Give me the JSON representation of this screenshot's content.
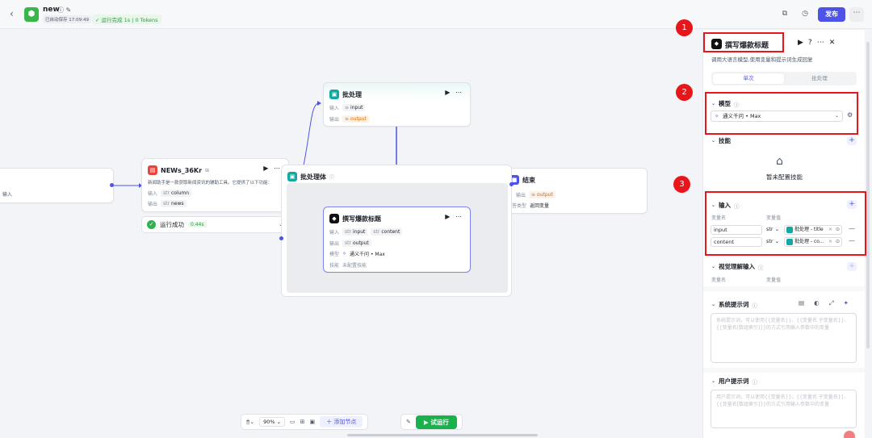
{
  "app": {
    "title": "new",
    "autosave": "已自动保存 17:09:49",
    "run_status": "运行完成 1s | 0 Tokens",
    "publish_label": "发布"
  },
  "canvas": {
    "left_partial_label": "输入",
    "nodes": {
      "news": {
        "title": "NEWs_36Kr",
        "desc": "新闻助手是一款获取新闻资讯的辅助工具。它提供了以下功能：",
        "input_label": "输入",
        "input_tag": "column",
        "output_label": "输出",
        "output_tag": "news",
        "run_success": "运行成功",
        "run_time": "0.44s"
      },
      "batch_top": {
        "title": "批处理",
        "input_label": "输入",
        "input_tag": "input",
        "output_label": "输出",
        "output_tag": "output"
      },
      "batch_body": {
        "title": "批处理体"
      },
      "inner_llm": {
        "title": "撰写爆款标题",
        "input_label": "输入",
        "input_tag1": "input",
        "input_tag2": "content",
        "output_label": "输出",
        "output_tag": "output",
        "model_label": "模型",
        "model_value": "通义千问 • Max",
        "skill_label": "技能",
        "skill_value": "未配置技能"
      },
      "end": {
        "title": "结束",
        "output_label": "输出",
        "output_tag": "output",
        "answer_label": "回答类型",
        "answer_value": "返回变量"
      }
    },
    "toolbar": {
      "zoom": "90%",
      "add_node_label": "添加节点",
      "try_run_label": "试运行"
    }
  },
  "panel": {
    "title": "撰写爆款标题",
    "desc": "调用大语言模型,使用变量和提示词生成回复",
    "tabs": [
      "单次",
      "批处理"
    ],
    "model_section": "模型",
    "model_value": "通义千问 • Max",
    "skills_section": "技能",
    "skills_empty": "暂未配置技能",
    "input_section": "输入",
    "col_var_name": "变量名",
    "col_var_value": "变量值",
    "inputs": [
      {
        "name": "input",
        "type": "str",
        "value": "批处理 - title"
      },
      {
        "name": "content",
        "type": "str",
        "value": "批处理 - co..."
      }
    ],
    "vision_section": "视觉理解输入",
    "system_prompt_section": "系统提示词",
    "system_prompt_placeholder": "系统提示词，可以使用{{变量名}}、{{变量名.子变量名}}、{{变量名[数组索引]}}的方式引用输入参数中的变量",
    "user_prompt_section": "用户提示词",
    "user_prompt_placeholder": "用户提示词，可以使用{{变量名}}、{{变量名.子变量名}}、{{变量名[数组索引]}}的方式引用输入参数中的变量"
  },
  "annotations": [
    "1",
    "2",
    "3"
  ],
  "colors": {
    "accent": "#4d53e8",
    "success": "#2fb150",
    "annotation_red": "#e8161b"
  }
}
